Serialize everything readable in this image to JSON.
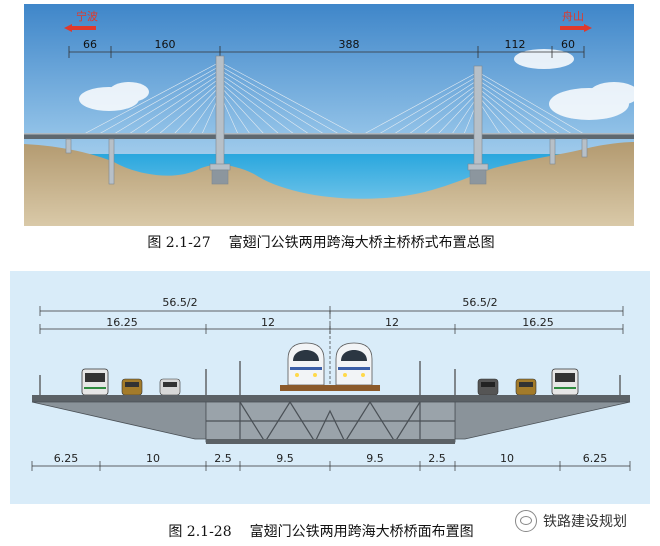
{
  "fig1": {
    "left_label": "宁波",
    "right_label": "舟山",
    "spans": [
      "66",
      "160",
      "388",
      "112",
      "60"
    ],
    "caption_number": "图 2.1-27",
    "caption_text": "富翅门公铁两用跨海大桥主桥桥式布置总图"
  },
  "fig2": {
    "top_dims": [
      "56.5/2",
      "56.5/2"
    ],
    "mid_dims": [
      "16.25",
      "12",
      "12",
      "16.25"
    ],
    "bottom_dims": [
      "6.25",
      "10",
      "2.5",
      "9.5",
      "9.5",
      "2.5",
      "10",
      "6.25"
    ],
    "caption_number": "图 2.1-28",
    "caption_text": "富翅门公铁两用跨海大桥桥面布置图"
  },
  "watermark": "铁路建设规划",
  "colors": {
    "sky_top": "#3f86c9",
    "sky_bottom": "#cfe4f5",
    "water": "#2f9fd9",
    "ground": "#c2ad88",
    "arrow": "#e0392b",
    "deck": "#5b6166",
    "panel_sky": "#d9ecf9"
  }
}
